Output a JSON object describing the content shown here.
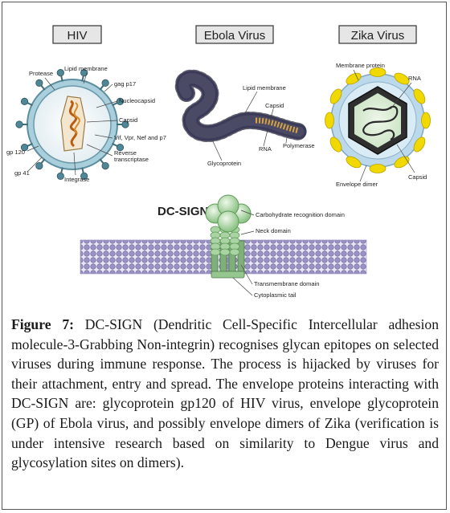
{
  "panels": {
    "hiv": {
      "title": "HIV",
      "labels": {
        "protease": "Protease",
        "lipid_membrane": "Lipid membrane",
        "gag_p17": "gag p17",
        "nucleocapsid": "Nucleocapsid",
        "capsid": "Capsid",
        "vif": "Vif, Vpr, Nef and p7",
        "reverse": "Reverse",
        "transcriptase": "transcriptase",
        "gp120": "gp 120",
        "gp41": "gp 41",
        "integrase": "Integrase"
      }
    },
    "ebola": {
      "title": "Ebola Virus",
      "labels": {
        "lipid_membrane": "Lipid membrane",
        "capsid": "Capsid",
        "rna": "RNA",
        "polymerase": "Polymerase",
        "glycoprotein": "Glycoprotein"
      }
    },
    "zika": {
      "title": "Zika Virus",
      "labels": {
        "membrane_protein": "Membrane protein",
        "rna": "RNA",
        "capsid": "Capsid",
        "envelope_dimer": "Envelope dimer"
      }
    },
    "dcsign": {
      "title": "DC-SIGN",
      "labels": {
        "crd": "Carbohydrate recognition domain",
        "neck": "Neck domain",
        "transmembrane": "Transmembrane domain",
        "cytoplasmic": "Cytoplasmic tail"
      }
    }
  },
  "caption": {
    "label": "Figure 7:",
    "text": " DC-SIGN (Dendritic Cell-Specific Intercellular adhesion molecule-3-Grabbing Non-integrin) recognises glycan epitopes on selected viruses during immune response. The process is hijacked by viruses for their attachment, entry and spread. The envelope proteins interacting with DC-SIGN are: glycoprotein gp120 of HIV virus, envelope glycoprotein (GP) of Ebola virus, and possibly envelope dimers of Zika (verification is under intensive research based on similarity to Dengue virus and glycosylation sites on dimers)."
  },
  "colors": {
    "hiv_membrane": "#7fb5c8",
    "ebola_body": "#8a8ac8",
    "zika_envelope": "#e8d400",
    "zika_capsid": "#3a3a3a",
    "dcsign_head": "#b9dcb0",
    "membrane_lipid": "#9a92c4"
  }
}
